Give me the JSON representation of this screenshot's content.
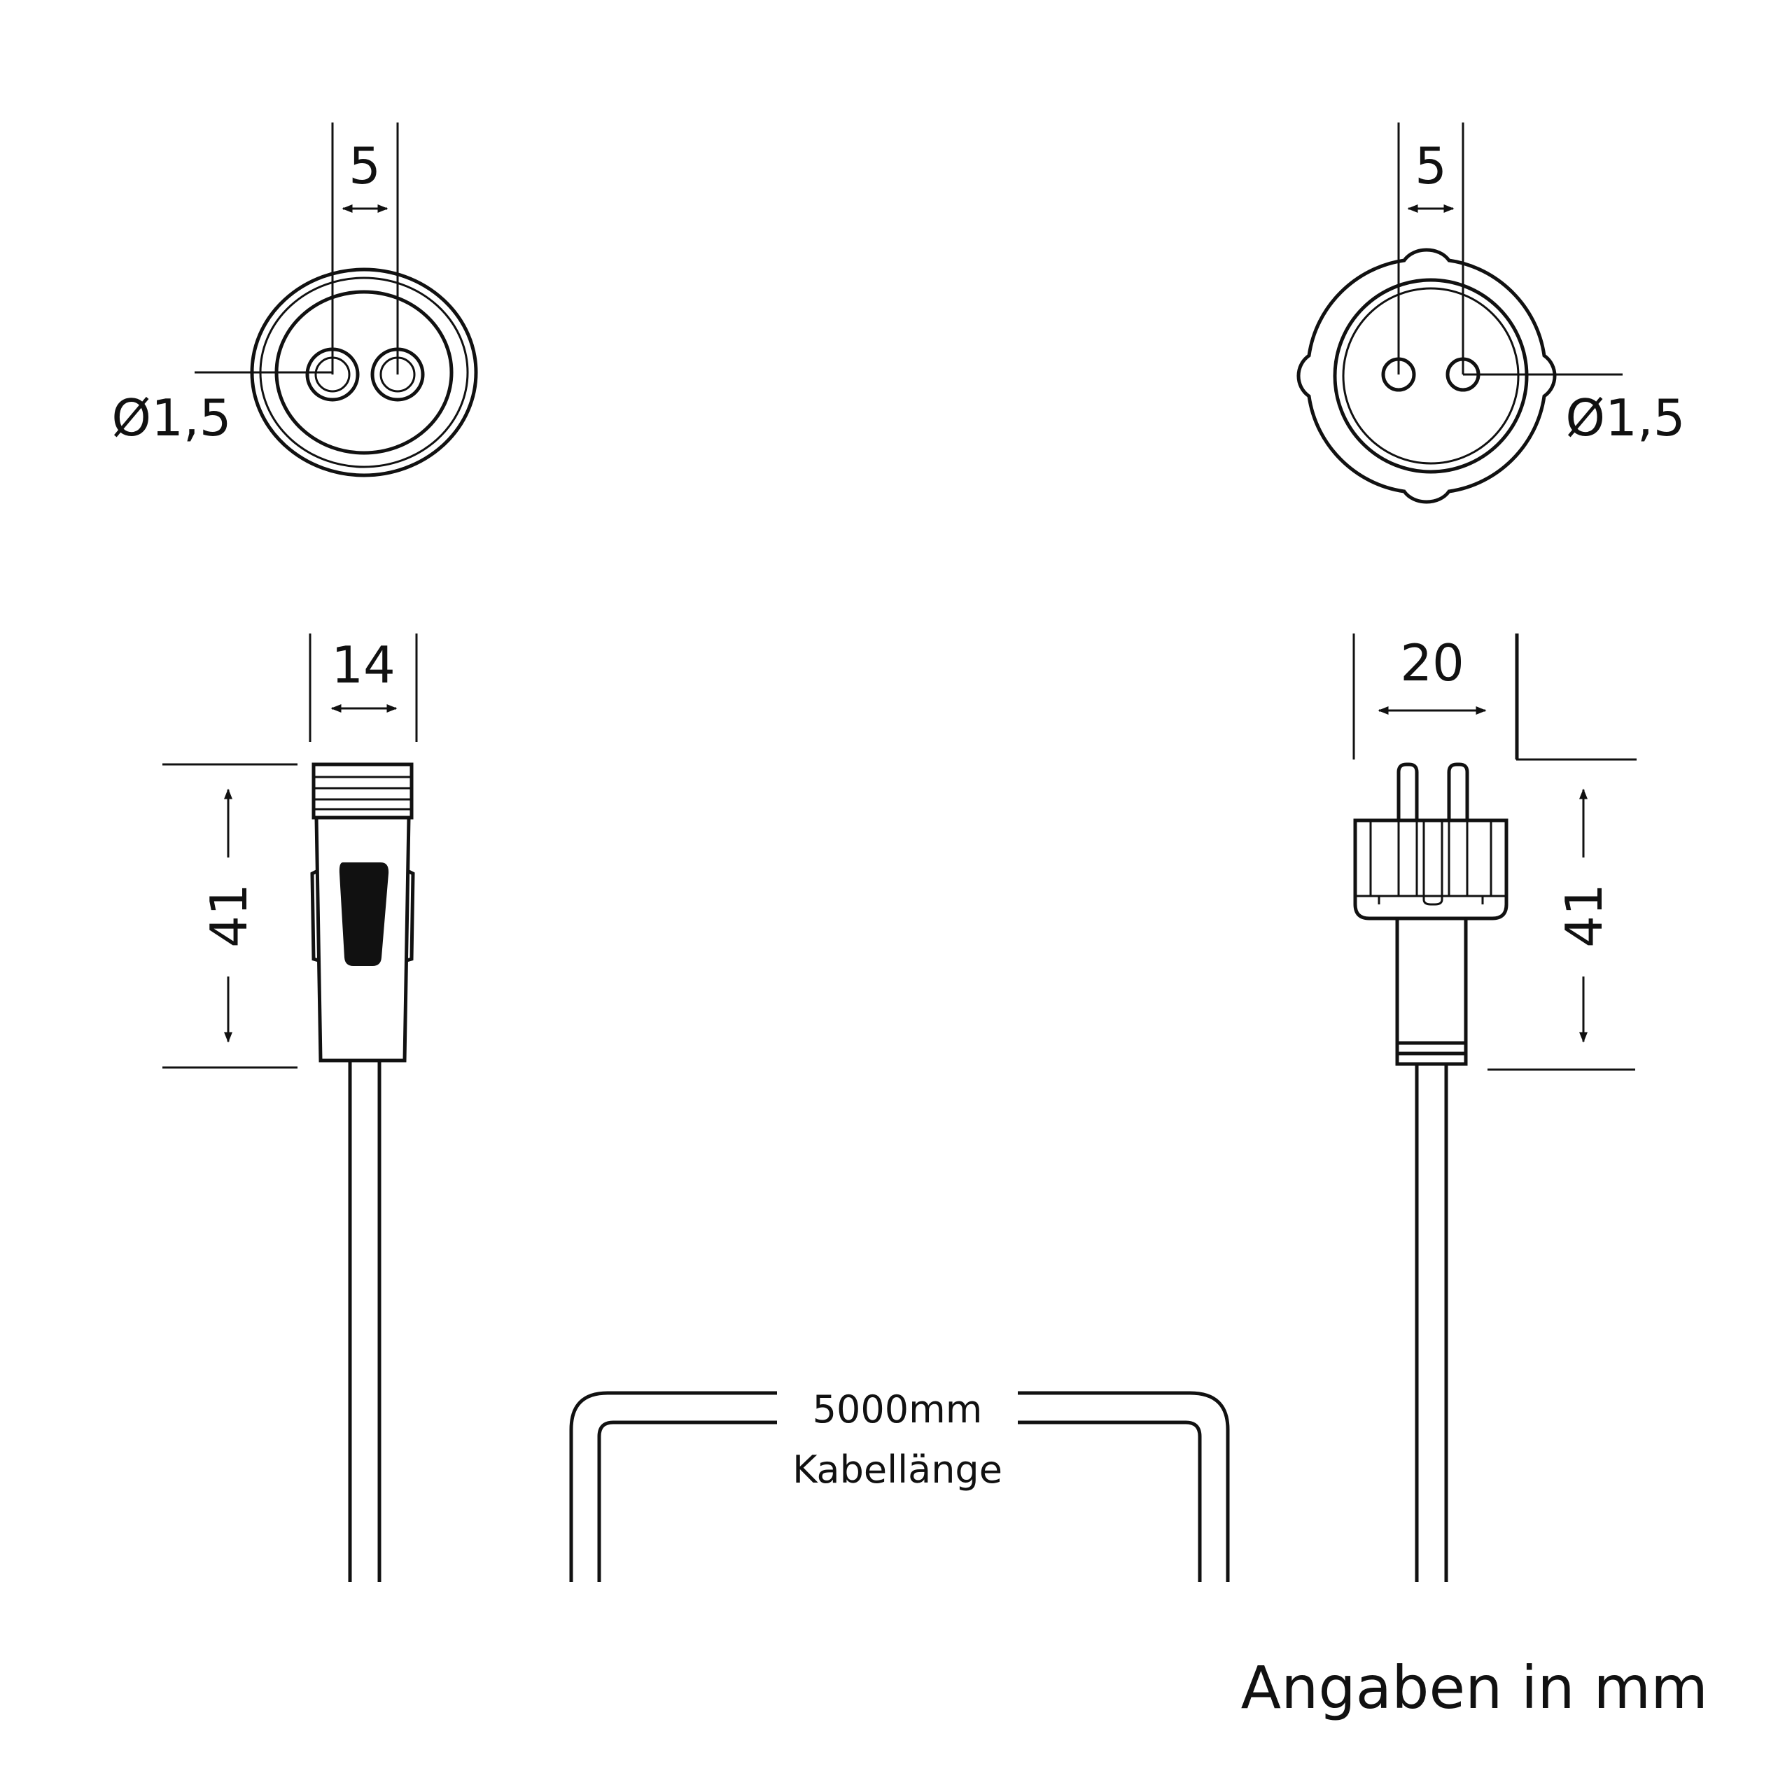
{
  "left_face": {
    "pin_spacing": "5",
    "pin_diameter": "Ø1,5"
  },
  "right_face": {
    "pin_spacing": "5",
    "pin_diameter": "Ø1,5"
  },
  "left_connector": {
    "width": "14",
    "length": "41"
  },
  "right_connector": {
    "width": "20",
    "length": "41"
  },
  "cable": {
    "length": "5000mm",
    "label": "Kabellänge"
  },
  "units_note": "Angaben in mm"
}
